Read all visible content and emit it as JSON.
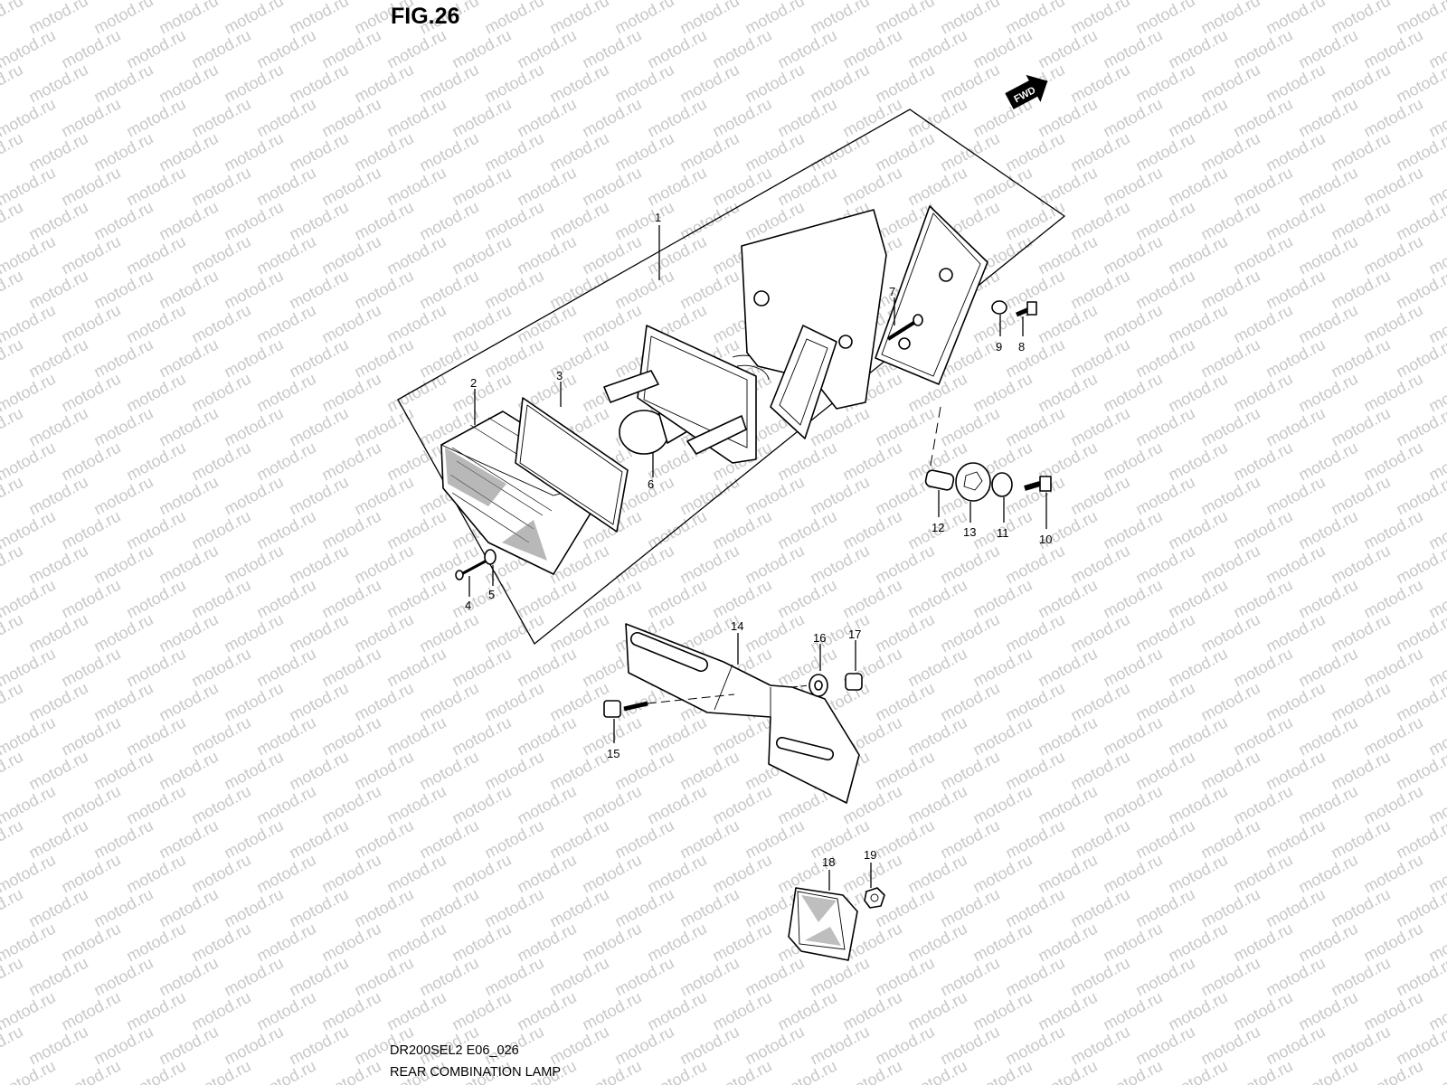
{
  "figure": {
    "title": "FIG.26",
    "model_code": "DR200SEL2 E06_026",
    "caption": "REAR COMBINATION LAMP",
    "watermark": "motod.ru",
    "direction_badge": "FWD"
  },
  "callouts": [
    {
      "id": "1",
      "label": "1"
    },
    {
      "id": "2",
      "label": "2"
    },
    {
      "id": "3",
      "label": "3"
    },
    {
      "id": "4",
      "label": "4"
    },
    {
      "id": "5",
      "label": "5"
    },
    {
      "id": "6",
      "label": "6"
    },
    {
      "id": "7",
      "label": "7"
    },
    {
      "id": "8",
      "label": "8"
    },
    {
      "id": "9",
      "label": "9"
    },
    {
      "id": "10",
      "label": "10"
    },
    {
      "id": "11",
      "label": "11"
    },
    {
      "id": "12",
      "label": "12"
    },
    {
      "id": "13",
      "label": "13"
    },
    {
      "id": "14",
      "label": "14"
    },
    {
      "id": "15",
      "label": "15"
    },
    {
      "id": "16",
      "label": "16"
    },
    {
      "id": "17",
      "label": "17"
    },
    {
      "id": "18",
      "label": "18"
    },
    {
      "id": "19",
      "label": "19"
    }
  ],
  "colors": {
    "watermark": "#c8c8c8",
    "ink": "#000000",
    "background": "#ffffff"
  }
}
